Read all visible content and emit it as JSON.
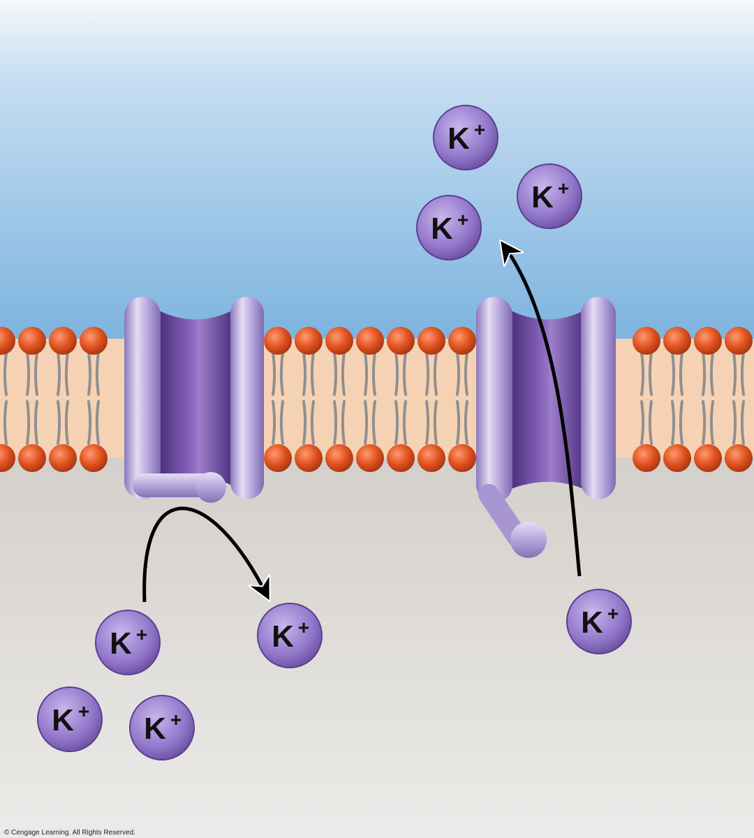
{
  "diagram": {
    "ion_label": "K",
    "ion_charge": "+",
    "ions_top": [
      "K+",
      "K+",
      "K+"
    ],
    "ions_bottom": [
      "K+",
      "K+",
      "K+",
      "K+",
      "K+"
    ],
    "channels": [
      "closed-channel",
      "open-channel"
    ],
    "credit": "© Cengage Learning. All Rights Reserved."
  },
  "colors": {
    "extracellular_top": "#f3f8fc",
    "extracellular_bottom": "#7cb3df",
    "cytoplasm_top": "#d3cfca",
    "cytoplasm_bottom": "#ebe9e6",
    "membrane_core": "#f6d2b4",
    "phospholipid_head": "#d94a1f",
    "phospholipid_tail": "#8f8f8f",
    "channel_protein": "#9a86c8",
    "channel_pore": "#5b3d8e",
    "ion_fill": "#8e74c2",
    "arrow": "#000000"
  }
}
